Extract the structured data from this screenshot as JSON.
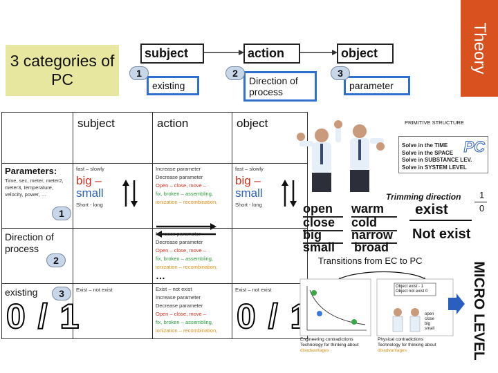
{
  "title": "3 categories of PC",
  "theory_label": "Theory",
  "header_flow": {
    "subject": "subject",
    "action": "action",
    "object": "object",
    "existing": "existing",
    "direction": "Direction of process",
    "parameter": "parameter",
    "badges": [
      "1",
      "2",
      "3"
    ]
  },
  "table": {
    "headers": [
      "subject",
      "action",
      "object"
    ],
    "row1": {
      "label": "Parameters:",
      "sub": "Time, sec, meter, meter2, meter3, temperature, velocity, power, …",
      "badge": "1",
      "subj_lines": [
        "fast – slowly",
        "big –",
        "small",
        "Short - long"
      ],
      "act_lines": [
        "Increase parameter",
        "Decrease parameter",
        "Open – close, move –",
        "fix, broken – assembling,",
        "ionization – recombination,"
      ],
      "obj_lines": [
        "fast – slowly",
        "big –",
        "small",
        "Short - long"
      ]
    },
    "row2": {
      "label": "Direction of process",
      "badge": "2",
      "act_lines": [
        "Increase parameter",
        "Decrease parameter",
        "Open – close, move –",
        "fix, broken – assembling,",
        "ionization – recombination,",
        "…"
      ]
    },
    "row3": {
      "label": "existing",
      "badge": "3",
      "subj": "Exist – not exist",
      "act_lines": [
        "Exist – not exist",
        "Increase parameter",
        "Decrease parameter",
        "Open – close, move –",
        "fix, broken – assembling,",
        "ionization – recombination,"
      ],
      "obj": "Exist – not exist",
      "big_left": "0 / 1",
      "big_right": "0 / 1"
    }
  },
  "right_panel": {
    "primitive_title": "PRIMITIVE STRUCTURE",
    "solve_lines": [
      "Solve in the TIME",
      "Solve in the SPACE",
      "Solve in SUBSTANCE LEV.",
      "Solve in SYSTEM LEVEL"
    ],
    "pc_logo": "PC",
    "trimming": "Trimming direction",
    "frac_top": "1",
    "frac_bottom": "0",
    "exist": "exist",
    "not_exist": "Not exist",
    "pairs_left": [
      "open",
      "close",
      "big",
      "small"
    ],
    "pairs_right": [
      "warm",
      "cold",
      "narrow",
      "broad"
    ],
    "transitions": "Transitions from EC to PC",
    "micro": "MICRO LEVEL",
    "bottom_left_caption": [
      "Engineering contradictions",
      "Technology for thinking about",
      "disadvantages"
    ],
    "bottom_right_caption": [
      "Physical contradictions",
      "Technology for thinking about",
      "disadvantages"
    ],
    "callout_lines": [
      "Object exist - 1",
      "Object not exist 0"
    ],
    "mini_words": [
      "open",
      "close",
      "big",
      "small"
    ]
  }
}
